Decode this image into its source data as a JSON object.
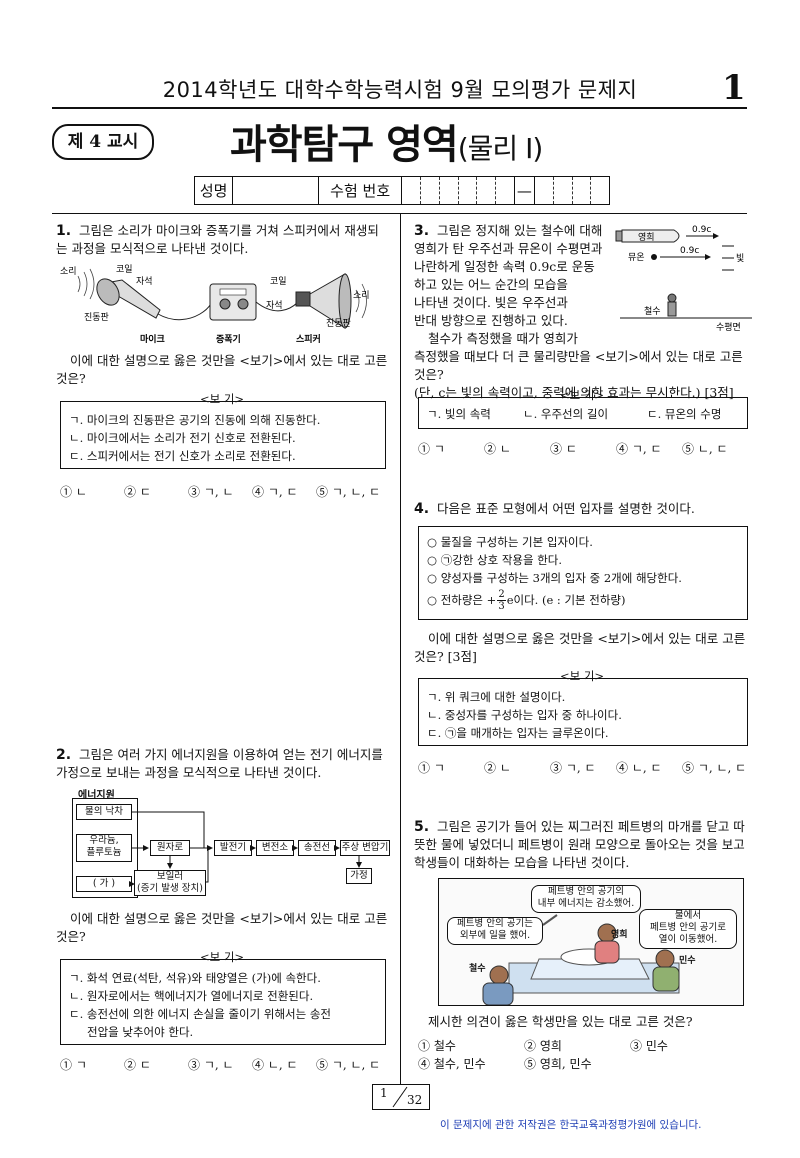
{
  "header": {
    "exam_title": "2014학년도 대학수학능력시험 9월 모의평가 문제지",
    "page_number": "1",
    "session": "제 4 교시",
    "subject": "과학탐구 영역",
    "subject_sub": "(물리 I)"
  },
  "id_row": {
    "name_label": "성명",
    "exam_no_label": "수험 번호",
    "dash": "—"
  },
  "q1": {
    "num": "1.",
    "text": "그림은 소리가 마이크와 증폭기를 거쳐 스피커에서 재생되는 과정을 모식적으로 나타낸 것이다.",
    "labels": {
      "sound": "소리",
      "coil": "코일",
      "magnet": "자석",
      "diaphragm": "진동판",
      "mic": "마이크",
      "amp": "증폭기",
      "speaker": "스피커",
      "coil2": "코일",
      "magnet2": "자석",
      "sound2": "소리",
      "diaphragm2": "진동판"
    },
    "question": "이에 대한 설명으로 옳은 것만을 <보기>에서 있는 대로 고른 것은?",
    "bogi": "<보 기>",
    "items": [
      "ㄱ. 마이크의 진동판은 공기의 진동에 의해 진동한다.",
      "ㄴ. 마이크에서는 소리가 전기 신호로 전환된다.",
      "ㄷ. 스피커에서는 전기 신호가 소리로 전환된다."
    ],
    "options": [
      "① ㄴ",
      "② ㄷ",
      "③ ㄱ, ㄴ",
      "④ ㄱ, ㄷ",
      "⑤ ㄱ, ㄴ, ㄷ"
    ]
  },
  "q2": {
    "num": "2.",
    "text": "그림은 여러 가지 에너지원을 이용하여 얻는 전기 에너지를 가정으로 보내는 과정을 모식적으로 나타낸 것이다.",
    "diagram": {
      "title": "에너지원",
      "water": "물의 낙차",
      "uranium1": "우라늄,",
      "uranium2": "플루토늄",
      "ga": "( 가 )",
      "reactor": "원자로",
      "boiler1": "보일러",
      "boiler2": "(증기 발생 장치)",
      "generator": "발전기",
      "substation": "변전소",
      "transmission": "송전선",
      "transformer": "주상 변압기",
      "home": "가정"
    },
    "question": "이에 대한 설명으로 옳은 것만을 <보기>에서 있는 대로 고른 것은?",
    "bogi": "<보 기>",
    "items": [
      "ㄱ. 화석 연료(석탄, 석유)와 태양열은 (가)에 속한다.",
      "ㄴ. 원자로에서는 핵에너지가 열에너지로 전환된다.",
      "ㄷ. 송전선에 의한 에너지 손실을 줄이기 위해서는 송전",
      "전압을 낮추어야 한다."
    ],
    "options": [
      "① ㄱ",
      "② ㄷ",
      "③ ㄱ, ㄴ",
      "④ ㄴ, ㄷ",
      "⑤ ㄱ, ㄴ, ㄷ"
    ]
  },
  "q3": {
    "num": "3.",
    "lines": [
      "그림은 정지해 있는 철수에 대해",
      "영희가 탄 우주선과 뮤온이 수평면과",
      "나란하게 일정한 속력 0.9c로 운동",
      "하고 있는 어느 순간의 모습을",
      "나타낸 것이다. 빛은 우주선과",
      "반대 방향으로 진행하고 있다."
    ],
    "line7": "철수가 측정했을 때가 영희가",
    "line8": "측정했을 때보다 더 큰 물리량만을 <보기>에서 있는 대로 고른 것은?",
    "line9": "(단, c는 빛의 속력이고, 중력에 의한 효과는 무시한다.) [3점]",
    "labels": {
      "younghee": "영희",
      "speed1": "0.9c",
      "muon": "뮤온",
      "speed2": "0.9c",
      "light": "빛",
      "cheolsu": "철수",
      "ground": "수평면"
    },
    "bogi": "<보 기>",
    "items": [
      "ㄱ. 빛의 속력",
      "ㄴ. 우주선의 길이",
      "ㄷ. 뮤온의 수명"
    ],
    "options": [
      "① ㄱ",
      "② ㄴ",
      "③ ㄷ",
      "④ ㄱ, ㄷ",
      "⑤ ㄴ, ㄷ"
    ]
  },
  "q4": {
    "num": "4.",
    "text": "다음은 표준 모형에서 어떤 입자를 설명한 것이다.",
    "items": [
      "○ 물질을 구성하는 기본 입자이다.",
      "○ ㉠강한 상호 작용을 한다.",
      "○ 양성자를 구성하는 3개의 입자 중 2개에 해당한다."
    ],
    "charge_pre": "○ 전하량은 +",
    "charge_num": "2",
    "charge_den": "3",
    "charge_post": "e이다. (e : 기본 전하량)",
    "question": "이에 대한 설명으로 옳은 것만을 <보기>에서 있는 대로 고른 것은? [3점]",
    "bogi": "<보 기>",
    "bogi_items": [
      "ㄱ. 위 쿼크에 대한 설명이다.",
      "ㄴ. 중성자를 구성하는 입자 중 하나이다.",
      "ㄷ. ㉠을 매개하는 입자는 글루온이다."
    ],
    "options": [
      "① ㄱ",
      "② ㄴ",
      "③ ㄱ, ㄷ",
      "④ ㄴ, ㄷ",
      "⑤ ㄱ, ㄴ, ㄷ"
    ]
  },
  "q5": {
    "num": "5.",
    "text": "그림은 공기가 들어 있는 찌그러진 페트병의 마개를 닫고 따뜻한 물에 넣었더니 페트병이 원래 모양으로 돌아오는 것을 보고 학생들이 대화하는 모습을 나타낸 것이다.",
    "bubble_younghee": [
      "페트병 안의 공기의",
      "내부 에너지는 감소했어."
    ],
    "bubble_cheolsu": [
      "페트병 안의 공기는",
      "외부에 일을 했어."
    ],
    "bubble_minsu": [
      "물에서",
      "페트병 안의 공기로",
      "열이 이동했어."
    ],
    "names": {
      "younghee": "영희",
      "cheolsu": "철수",
      "minsu": "민수"
    },
    "question": "제시한 의견이 옳은 학생만을 있는 대로 고른 것은?",
    "options": [
      "① 철수",
      "② 영희",
      "③ 민수",
      "④ 철수, 민수",
      "⑤ 영희, 민수"
    ]
  },
  "footer": {
    "page": "1",
    "total": "32",
    "copyright": "이 문제지에 관한 저작권은 한국교육과정평가원에 있습니다."
  }
}
